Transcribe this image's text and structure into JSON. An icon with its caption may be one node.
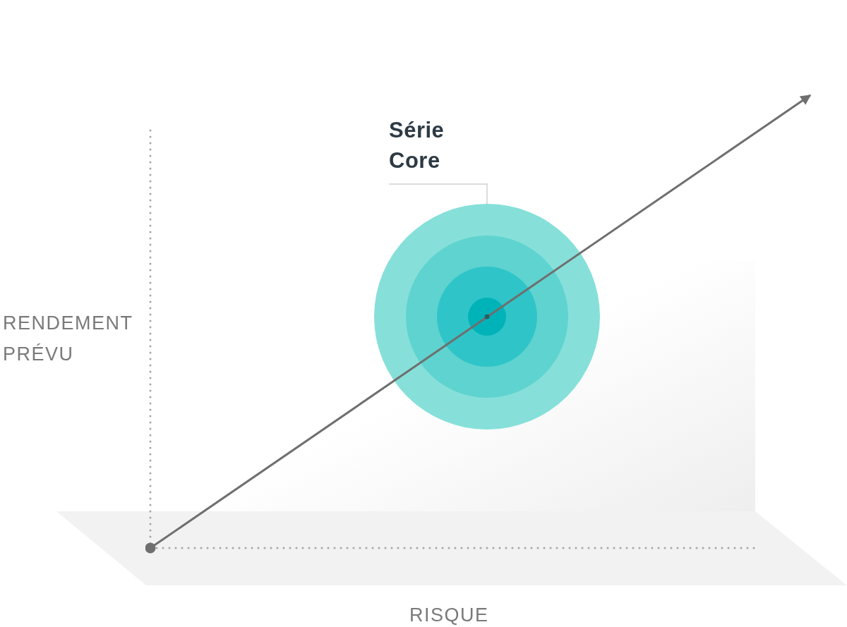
{
  "diagram": {
    "nodes": [
      {
        "text": [
          "Série Core"
        ]
      },
      {
        "text": [],
        "shape": "circle"
      }
    ],
    "edges": [
      {
        "from": 0,
        "to": 1,
        "arrow": "none"
      }
    ],
    "labels": [
      "RENDEMENT PRÉVU",
      "RISQUE"
    ]
  }
}
